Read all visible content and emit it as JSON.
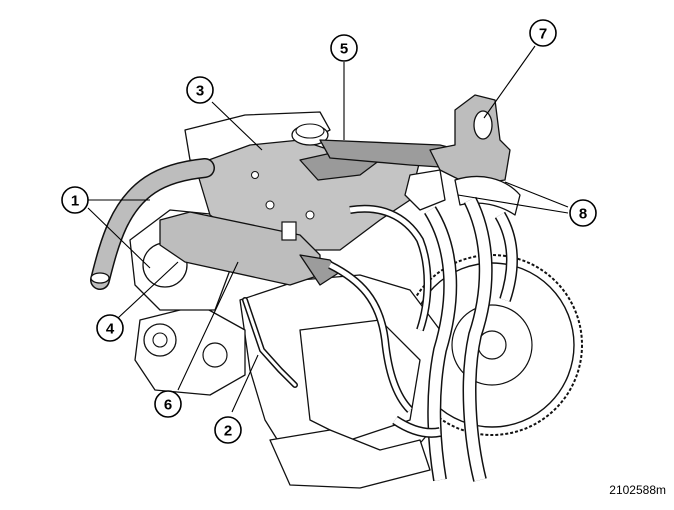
{
  "diagram": {
    "reference_code": "2102588m",
    "callouts": [
      {
        "id": "1",
        "label": "1"
      },
      {
        "id": "2",
        "label": "2"
      },
      {
        "id": "3",
        "label": "3"
      },
      {
        "id": "4",
        "label": "4"
      },
      {
        "id": "5",
        "label": "5"
      },
      {
        "id": "6",
        "label": "6"
      },
      {
        "id": "7",
        "label": "7"
      },
      {
        "id": "8",
        "label": "8"
      }
    ],
    "colors": {
      "line": "#000000",
      "shaded_part": "#bdbdbd",
      "dark_part": "#8c8c8c",
      "background": "#ffffff"
    }
  }
}
